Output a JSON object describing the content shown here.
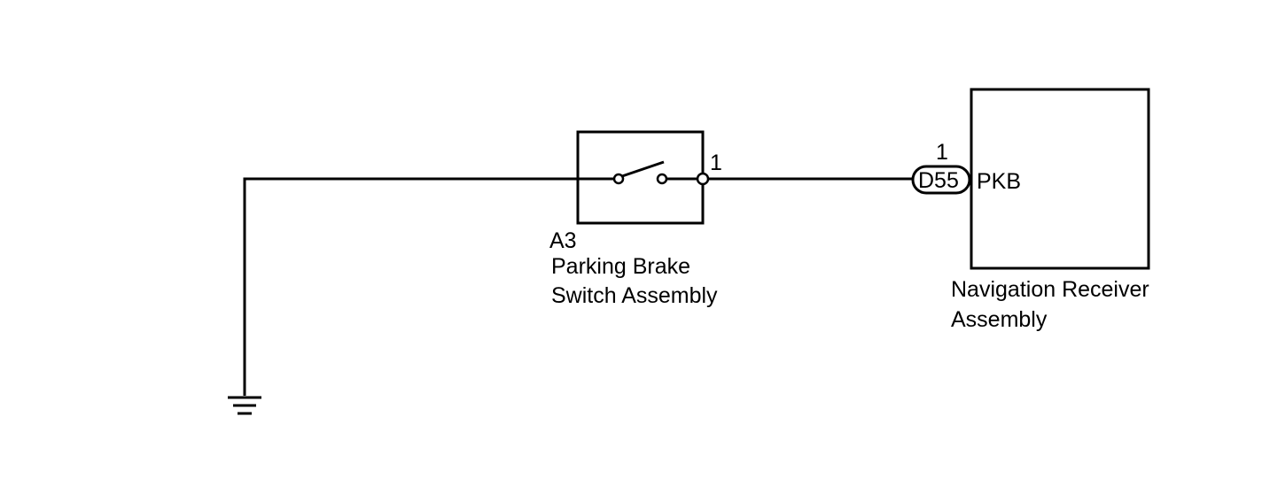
{
  "switch": {
    "connector": "A3",
    "name_line1": "Parking Brake",
    "name_line2": "Switch Assembly",
    "pin": "1"
  },
  "receiver": {
    "connector": "D55",
    "pin": "1",
    "terminal": "PKB",
    "name_line1": "Navigation Receiver",
    "name_line2": "Assembly"
  },
  "colors": {
    "line": "#000000",
    "background": "#ffffff"
  }
}
